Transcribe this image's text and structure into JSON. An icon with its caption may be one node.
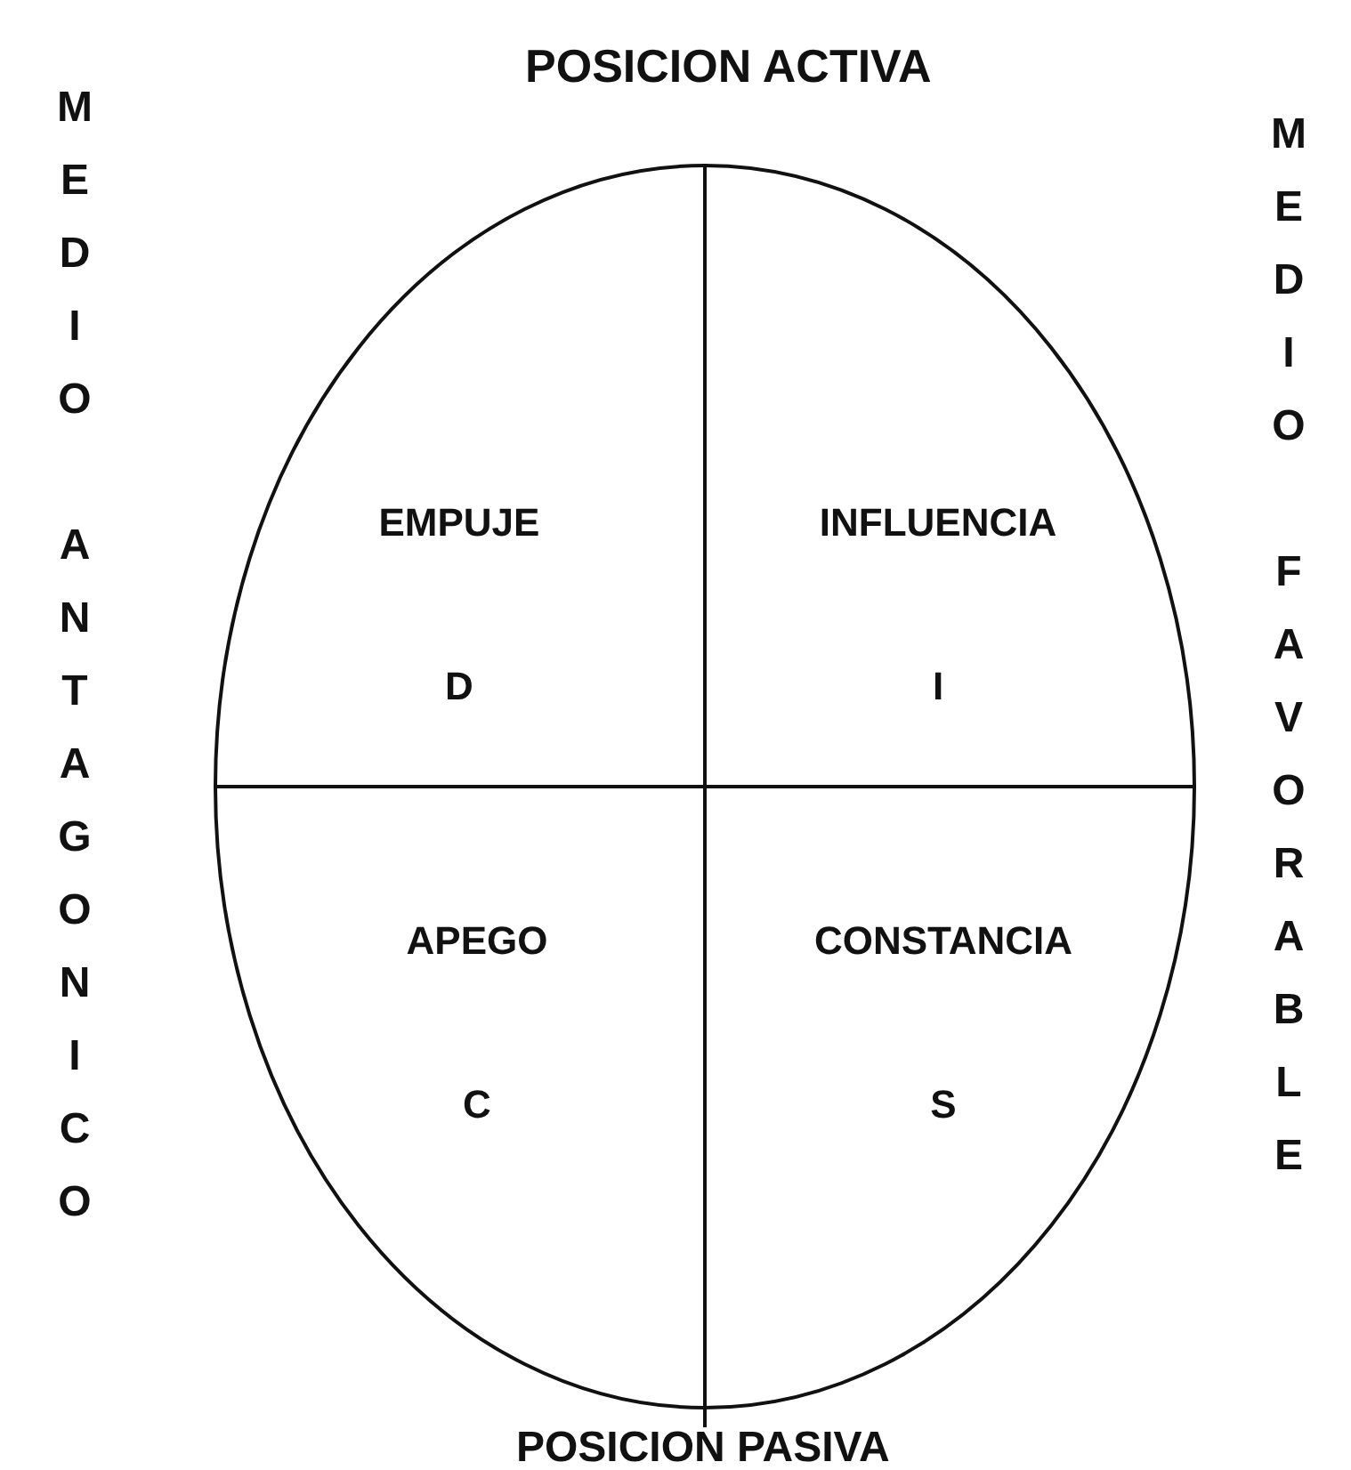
{
  "diagram": {
    "nodes": [
      {
        "text": [],
        "shape": "circle"
      },
      {
        "text": [
          "EMPUJE",
          "D"
        ],
        "in": 0
      },
      {
        "text": [
          "INFLUENCIA",
          "I"
        ],
        "in": 0
      },
      {
        "text": [
          "APEGO",
          "C"
        ],
        "in": 0
      },
      {
        "text": [
          "CONSTANCIA",
          "S"
        ],
        "in": 0
      }
    ],
    "labels": [
      "POSICION ACTIVA",
      "MEDIO ANTAGONICO",
      "MEDIO FAVORABLE",
      "POSICION PASIVA"
    ]
  }
}
